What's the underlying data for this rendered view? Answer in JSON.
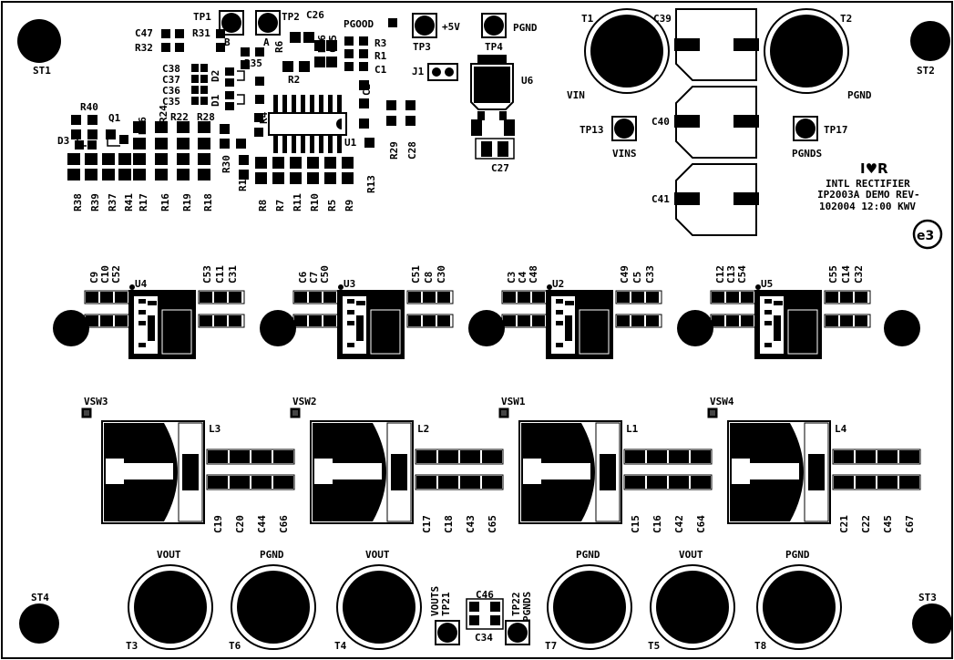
{
  "board": {
    "logo_text": "I♥R",
    "company": "INTL RECTIFIER",
    "board_rev": "IP2003A DEMO REV-",
    "board_date": "102004 12:00 KWV",
    "e3_mark": "e3"
  },
  "mounting_holes": [
    "ST1",
    "ST2",
    "ST3",
    "ST4"
  ],
  "top_labels": {
    "t1": "T1",
    "t2": "T2",
    "vin": "VIN",
    "pgnd_t2": "PGND",
    "tp13": "TP13",
    "vins": "VINS",
    "tp17": "TP17",
    "pgnds": "PGNDS",
    "c39": "C39",
    "c40": "C40",
    "c41": "C41",
    "tp1": "TP1",
    "tp2": "TP2",
    "tp3": "TP3",
    "tp4": "TP4",
    "plus5v": "+5V",
    "pgnd_tp4": "PGND",
    "pgood": "PGOOD",
    "j1": "J1",
    "u6": "U6",
    "u1": "U1",
    "c27": "C27",
    "c26": "C26",
    "c25": "C25",
    "r36": "R36",
    "a": "A",
    "b": "B",
    "r6": "R6",
    "r3": "R3",
    "r1": "R1",
    "c1": "C1",
    "r2": "R2",
    "c2": "C2",
    "c47": "C47",
    "r32": "R32",
    "r31": "R31",
    "r35": "R35",
    "c38": "C38",
    "c37": "C37",
    "c36": "C36",
    "c35": "C35",
    "d1": "D1",
    "d2": "D2",
    "r40": "R40",
    "q1": "Q1",
    "d3": "D3",
    "r26": "R26",
    "r24": "R24",
    "r22": "R22",
    "r28": "R28",
    "r4": "R4",
    "r29": "R29",
    "c28": "C28",
    "r30": "R30",
    "r12": "R12",
    "r13": "R13"
  },
  "resistor_row": [
    "R38",
    "R39",
    "R37",
    "R41",
    "R17",
    "R16",
    "R19",
    "R18"
  ],
  "resistor_row2": [
    "R8",
    "R7",
    "R11",
    "R10",
    "R5",
    "R9"
  ],
  "phases": [
    {
      "ic": "U4",
      "caps_left": [
        "C9",
        "C10",
        "C52"
      ],
      "caps_right": [
        "C53",
        "C11",
        "C31"
      ],
      "vsw": "VSW3",
      "inductor": "L3",
      "out_caps": [
        "C19",
        "C20",
        "C44",
        "C66"
      ]
    },
    {
      "ic": "U3",
      "caps_left": [
        "C6",
        "C7",
        "C50"
      ],
      "caps_right": [
        "C51",
        "C8",
        "C30"
      ],
      "vsw": "VSW2",
      "inductor": "L2",
      "out_caps": [
        "C17",
        "C18",
        "C43",
        "C65"
      ]
    },
    {
      "ic": "U2",
      "caps_left": [
        "C3",
        "C4",
        "C48"
      ],
      "caps_right": [
        "C49",
        "C5",
        "C33"
      ],
      "vsw": "VSW1",
      "inductor": "L1",
      "out_caps": [
        "C15",
        "C16",
        "C42",
        "C64"
      ]
    },
    {
      "ic": "U5",
      "caps_left": [
        "C12",
        "C13",
        "C54"
      ],
      "caps_right": [
        "C55",
        "C14",
        "C32"
      ],
      "vsw": "VSW4",
      "inductor": "L4",
      "out_caps": [
        "C21",
        "C22",
        "C45",
        "C67"
      ]
    }
  ],
  "bottom_terminals": [
    {
      "name": "VOUT",
      "ref": "T3"
    },
    {
      "name": "PGND",
      "ref": "T6"
    },
    {
      "name": "VOUT",
      "ref": "T4"
    },
    {
      "name": "PGND",
      "ref": "T7"
    },
    {
      "name": "VOUT",
      "ref": "T5"
    },
    {
      "name": "PGND",
      "ref": "T8"
    }
  ],
  "bottom_center": {
    "vouts": "VOUTS",
    "tp21": "TP21",
    "tp22": "TP22",
    "pgnds": "PGNDS",
    "c46": "C46",
    "c34": "C34"
  }
}
